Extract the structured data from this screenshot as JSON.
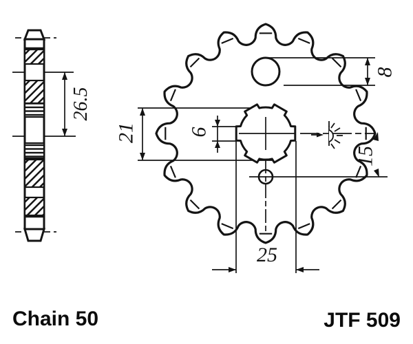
{
  "labels": {
    "chain": "Chain 50",
    "part": "JTF 509"
  },
  "dimensions": {
    "side_view_pitch": "26.5",
    "spline_bore_minor": "21",
    "spline_groove_width": "6",
    "top_hole_diameter": "8",
    "bolt_hole_offset": "15",
    "spline_bore_major": "25"
  },
  "colors": {
    "line": "#141414",
    "dim_8_gray": "#8a8a8a",
    "background": "#ffffff"
  },
  "icons": {
    "induction_hardening": "sunburst-half"
  }
}
